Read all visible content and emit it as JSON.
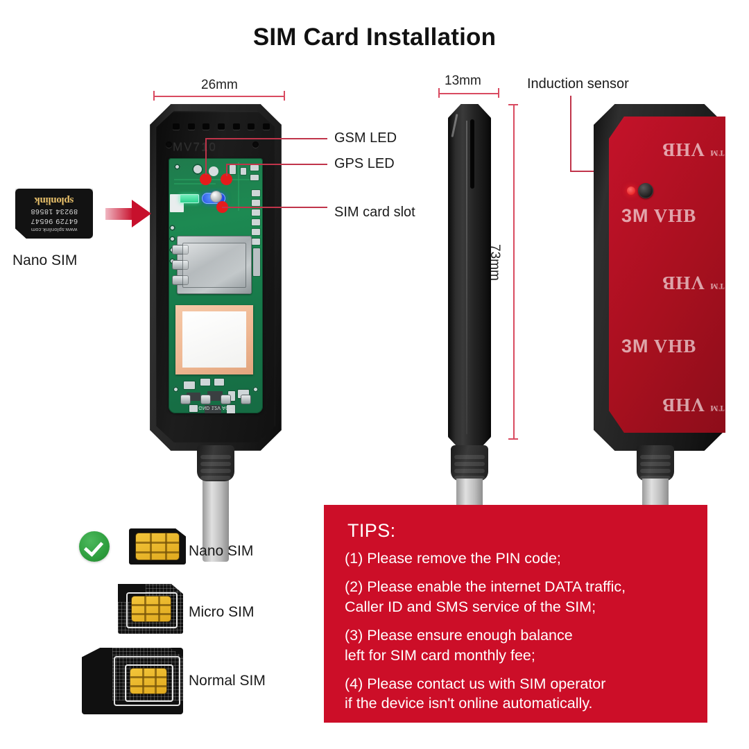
{
  "page": {
    "title": "SIM Card Installation",
    "background": "#ffffff",
    "accent_red": "#cc0e28",
    "dimension_line_color": "#d94a60",
    "leader_line_color": "#c0344a",
    "check_green": "#2e9e3e"
  },
  "dimensions": {
    "width_label": "26mm",
    "thickness_label": "13mm",
    "height_label": "73mm"
  },
  "callouts": {
    "gsm_led": "GSM LED",
    "gps_led": "GPS LED",
    "sim_card_slot": "SIM card slot",
    "induction_sensor": "Induction sensor"
  },
  "sim_card": {
    "brand": "splonlink",
    "number_line1": "89234 18568",
    "number_line2": "64729 96547",
    "url": "www.splonlink.com",
    "caption": "Nano SIM"
  },
  "device_markings": {
    "model": "MV710",
    "pcb_pads": "GND 12V ACC",
    "adhesive_brand": "3M",
    "adhesive_name": "VHB",
    "adhesive_tm": "TM"
  },
  "sim_sizes": [
    {
      "label": "Nano SIM",
      "supported": true
    },
    {
      "label": "Micro SIM",
      "supported": false
    },
    {
      "label": "Normal SIM",
      "supported": false
    }
  ],
  "tips": {
    "heading": "TIPS:",
    "items": [
      {
        "line1": "(1) Please remove the PIN code;",
        "line2": ""
      },
      {
        "line1": "(2) Please enable the internet DATA traffic,",
        "line2": "Caller ID and SMS service of the SIM;"
      },
      {
        "line1": "(3) Please ensure enough balance",
        "line2": "left for SIM card monthly fee;"
      },
      {
        "line1": "(4) Please contact us with SIM operator",
        "line2": "if the device isn't online automatically."
      }
    ]
  }
}
